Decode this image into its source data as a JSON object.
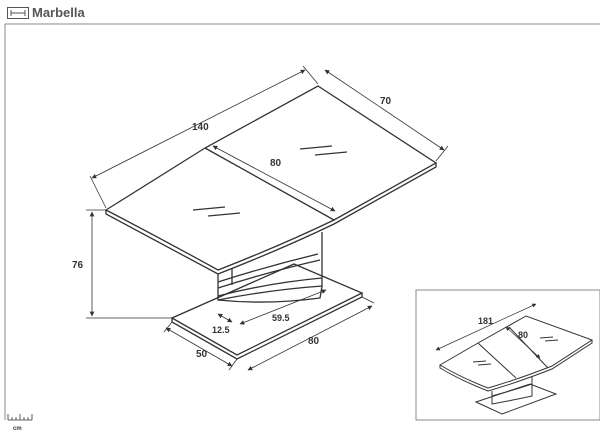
{
  "header": {
    "product_name": "Marbella",
    "measure_icon": "width-arrow-icon"
  },
  "dimensions": {
    "length_closed": "140",
    "depth": "70",
    "extension_width": "80",
    "height": "76",
    "base_depth": "50",
    "base_length": "80",
    "pillar_length": "59.5",
    "pillar_depth": "12.5"
  },
  "inset": {
    "length_extended": "181",
    "extension_width": "80"
  },
  "scale": {
    "unit": "cm"
  },
  "colors": {
    "line": "#333333",
    "frame": "#888888"
  }
}
